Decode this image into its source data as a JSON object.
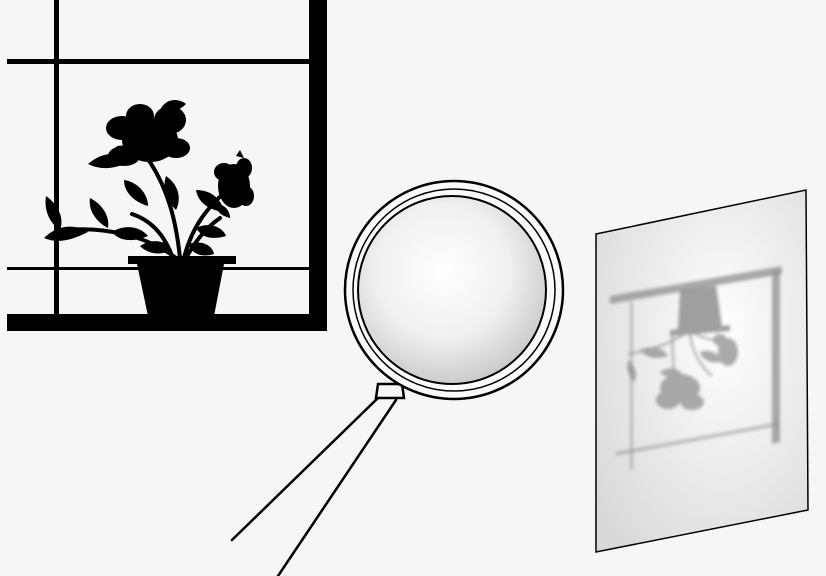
{
  "scene": {
    "objects": [
      {
        "id": "window-frame",
        "icon": "window-icon"
      },
      {
        "id": "potted-plant",
        "icon": "flower-pot-icon"
      },
      {
        "id": "magnifying-glass",
        "icon": "magnifier-icon"
      },
      {
        "id": "projection-screen",
        "icon": "screen-icon"
      },
      {
        "id": "projected-image",
        "icon": "inverted-image-icon",
        "orientation": "inverted"
      }
    ]
  },
  "colors": {
    "background": "#f6f6f6",
    "silhouette": "#000000",
    "lens_light": "#ffffff",
    "lens_shade": "#c4c4c4",
    "screen_paper": "#e9e9e9",
    "projection": "#8f8f8f"
  }
}
